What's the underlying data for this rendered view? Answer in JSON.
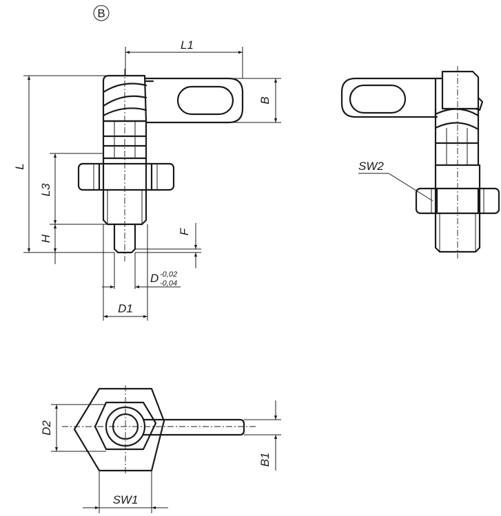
{
  "variant_marker": "B",
  "labels": {
    "L1": "L1",
    "B": "B",
    "L": "L",
    "L3": "L3",
    "H": "H",
    "F": "F",
    "D": "D",
    "D_tol_upper": "-0,02",
    "D_tol_lower": "-0,04",
    "D1": "D1",
    "SW2": "SW2",
    "D2": "D2",
    "B1": "B1",
    "SW1": "SW1"
  }
}
